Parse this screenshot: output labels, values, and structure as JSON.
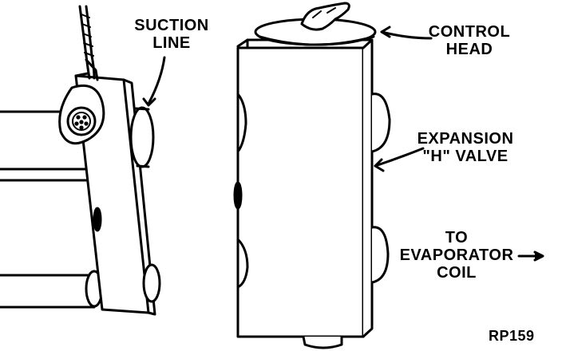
{
  "labels": {
    "suction_line": [
      "SUCTION",
      "LINE"
    ],
    "control_head": [
      "CONTROL",
      "HEAD"
    ],
    "expansion_valve": [
      "EXPANSION",
      "\"H\" VALVE"
    ],
    "to_evaporator": [
      "TO",
      "EVAPORATOR",
      "COIL"
    ],
    "figure_code": "RP159"
  },
  "colors": {
    "ink": "#000000",
    "paper": "#ffffff"
  }
}
